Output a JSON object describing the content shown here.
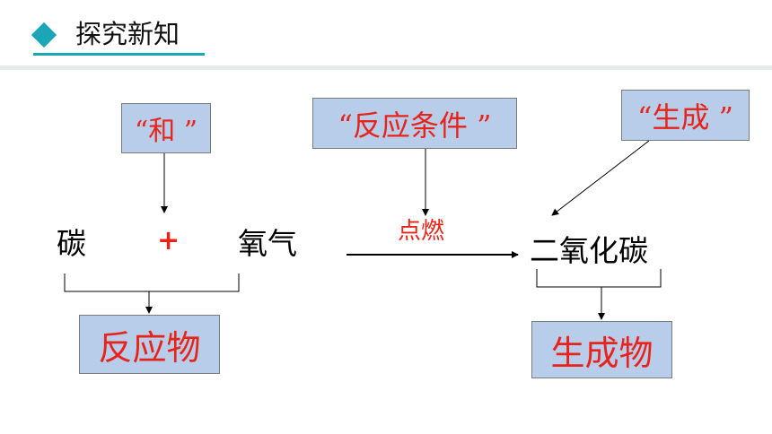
{
  "header": {
    "title": "探究新知"
  },
  "diagram": {
    "label_and": "“和 ”",
    "label_condition": "“反应条件 ”",
    "label_produce": "“生成 ”",
    "reactant_1": "碳",
    "plus": "+",
    "reactant_2": "氧气",
    "condition": "点燃",
    "product": "二氧化碳",
    "reactants_label": "反应物",
    "products_label": "生成物"
  },
  "colors": {
    "accent": "#1aa6b7",
    "label_text": "#e8241a",
    "box_fill": "#b7cdea"
  }
}
